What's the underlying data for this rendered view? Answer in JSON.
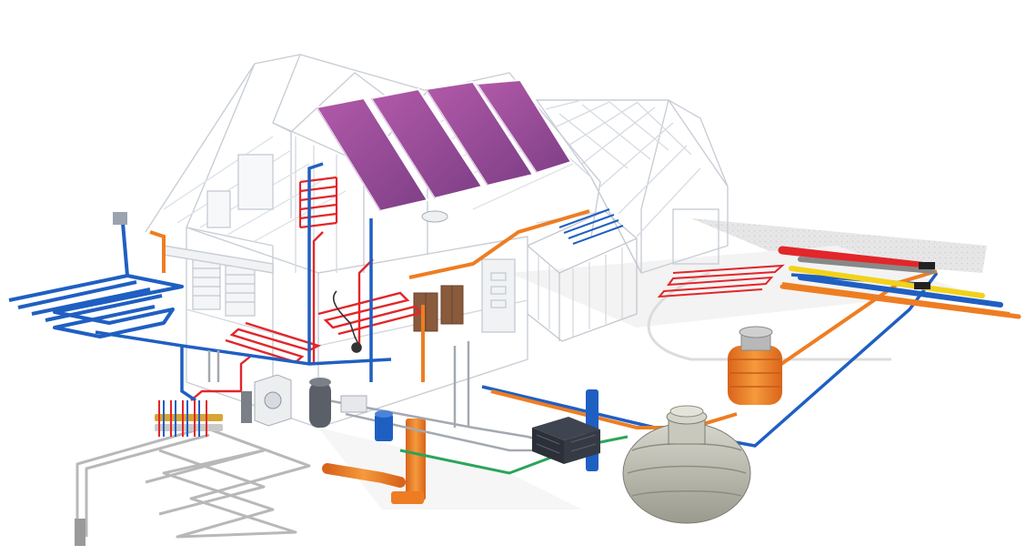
{
  "diagram": {
    "kind": "house building services illustration (no text)",
    "components": [
      "solar-collector-panels",
      "underfloor-heating-loops",
      "ground-heat-collector",
      "outdoor-heat-collector",
      "heating-distribution-manifold",
      "heat-pump-unit",
      "hot-water-storage-tank",
      "washing-machine",
      "rainwater-filter-shaft",
      "inspection-chamber",
      "underground-rainwater-tank",
      "infiltration-block-system",
      "sewer-drain-pipes",
      "utility-supply-conduits",
      "conservatory",
      "garage-outline"
    ],
    "colors": {
      "cold_water": "#1f5fc2",
      "hot_heating": "#e2262a",
      "drainage": "#ee7d22",
      "rainwater": "#2aa55a",
      "gas": "#f2d21b",
      "ground_loop": "#b8b8b8",
      "solar": "#9b4a97",
      "tank": "#b9b9ad",
      "structure": "#c9ced6"
    }
  }
}
